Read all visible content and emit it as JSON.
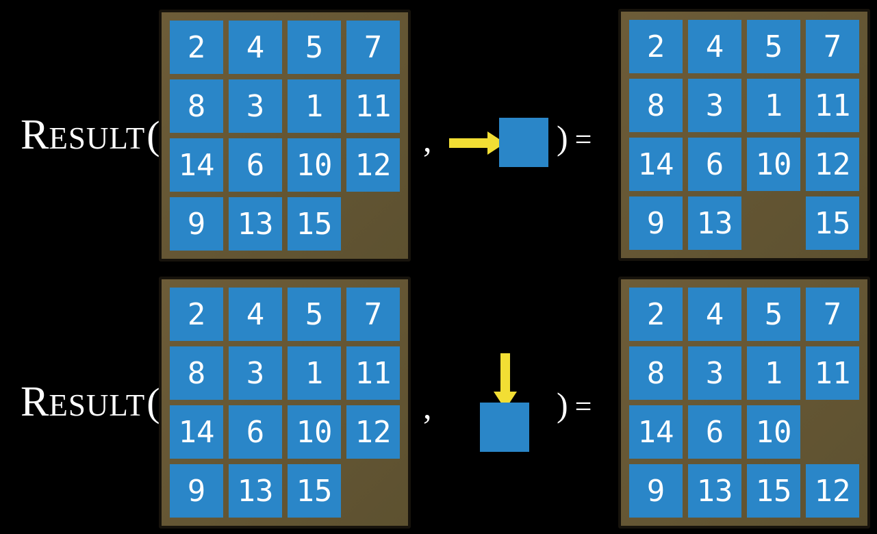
{
  "colors": {
    "background": "#000000",
    "board_light": "#6d5c38",
    "board_dark": "#5d5130",
    "board_border": "#17130c",
    "tile": "#2A86C8",
    "tile_text": "#FFFFFF",
    "arrow": "#F2DE34",
    "text": "#FFFFFF"
  },
  "rows": [
    {
      "label": {
        "initial": "R",
        "rest": "ESULT",
        "open_paren": "("
      },
      "input_grid": [
        [
          "2",
          "4",
          "5",
          "7"
        ],
        [
          "8",
          "3",
          "1",
          "11"
        ],
        [
          "14",
          "6",
          "10",
          "12"
        ],
        [
          "9",
          "13",
          "15",
          ""
        ]
      ],
      "comma": ",",
      "move": {
        "direction": "right"
      },
      "close_paren": ")",
      "equals": "=",
      "output_grid": [
        [
          "2",
          "4",
          "5",
          "7"
        ],
        [
          "8",
          "3",
          "1",
          "11"
        ],
        [
          "14",
          "6",
          "10",
          "12"
        ],
        [
          "9",
          "13",
          "",
          "15"
        ]
      ]
    },
    {
      "label": {
        "initial": "R",
        "rest": "ESULT",
        "open_paren": "("
      },
      "input_grid": [
        [
          "2",
          "4",
          "5",
          "7"
        ],
        [
          "8",
          "3",
          "1",
          "11"
        ],
        [
          "14",
          "6",
          "10",
          "12"
        ],
        [
          "9",
          "13",
          "15",
          ""
        ]
      ],
      "comma": ",",
      "move": {
        "direction": "down"
      },
      "close_paren": ")",
      "equals": "=",
      "output_grid": [
        [
          "2",
          "4",
          "5",
          "7"
        ],
        [
          "8",
          "3",
          "1",
          "11"
        ],
        [
          "14",
          "6",
          "10",
          ""
        ],
        [
          "9",
          "13",
          "15",
          "12"
        ]
      ]
    }
  ]
}
